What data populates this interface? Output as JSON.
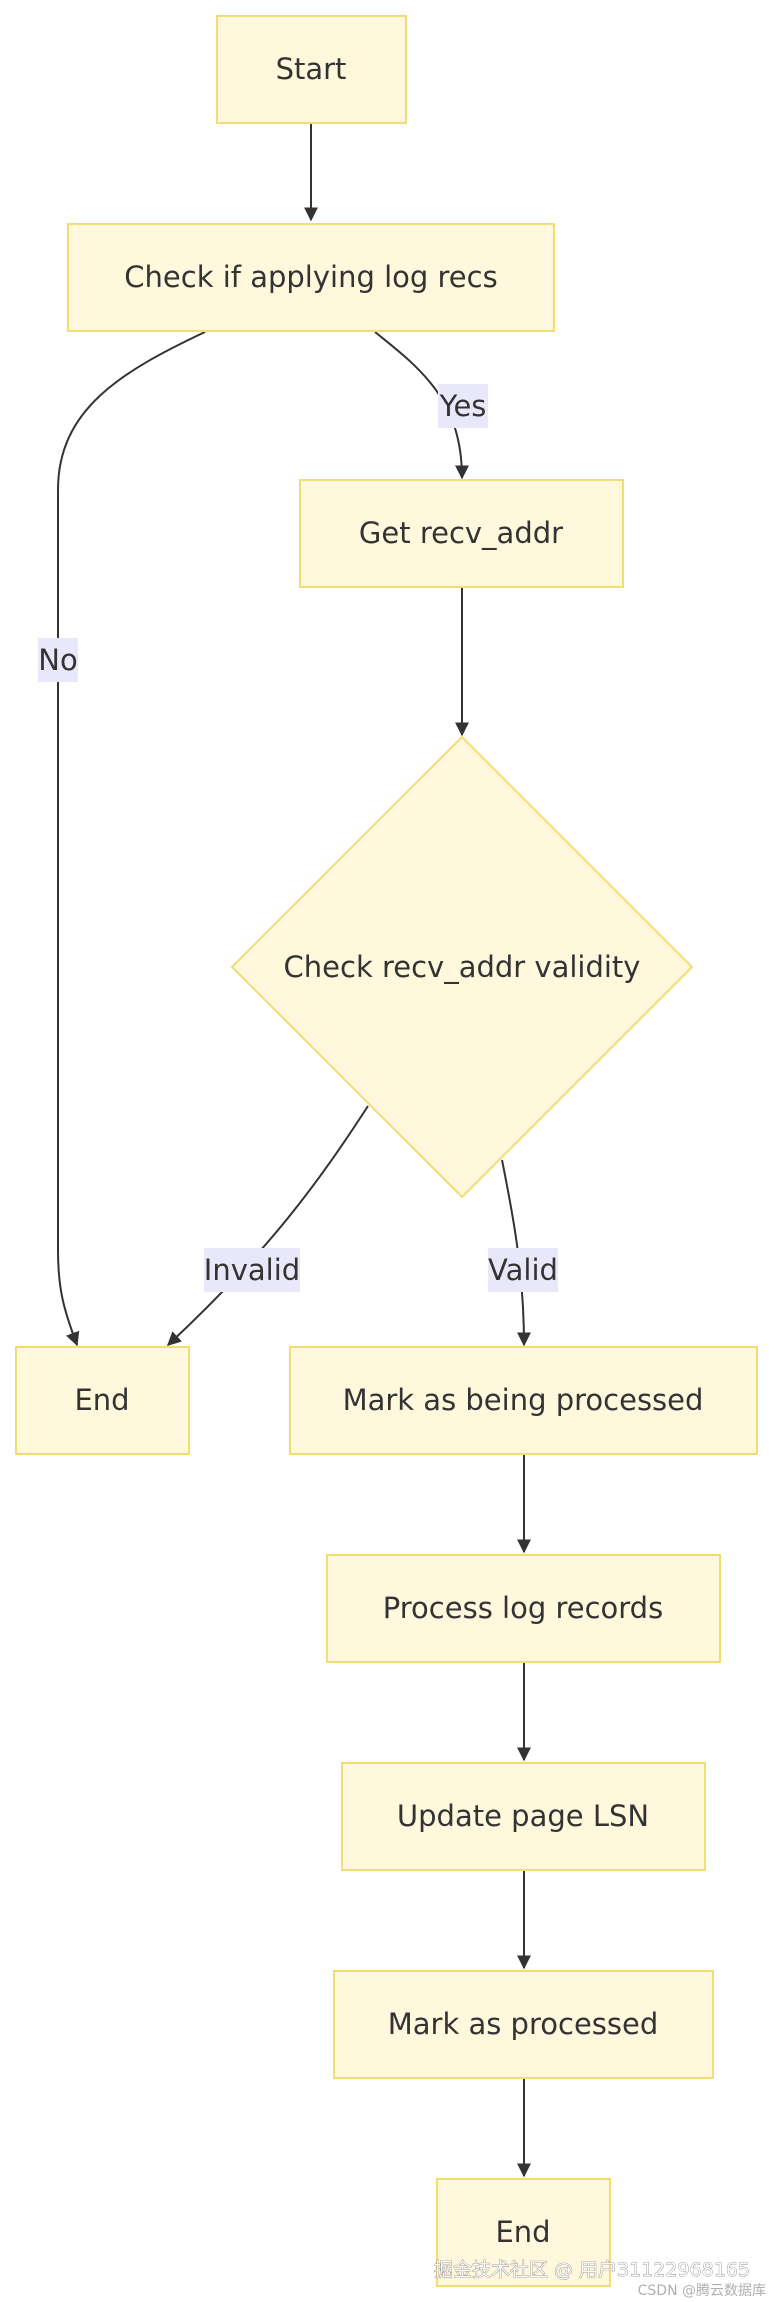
{
  "nodes": {
    "start": "Start",
    "check_applying": "Check if applying log recs",
    "get_recv_addr": "Get recv_addr",
    "check_validity": "Check recv_addr validity",
    "end_left": "End",
    "mark_processing": "Mark as being processed",
    "process_records": "Process log records",
    "update_lsn": "Update page LSN",
    "mark_processed": "Mark as processed",
    "end_bottom": "End"
  },
  "edge_labels": {
    "yes": "Yes",
    "no": "No",
    "invalid": "Invalid",
    "valid": "Valid"
  },
  "watermark": {
    "main": "掘金技术社区 @ 用户3112296816​5",
    "sub": "CSDN @腾云数据库"
  },
  "colors": {
    "node_fill": "#fff8dc",
    "node_stroke": "#f3dc73",
    "edge": "#333333",
    "label_bg": "#e8e8fa"
  }
}
